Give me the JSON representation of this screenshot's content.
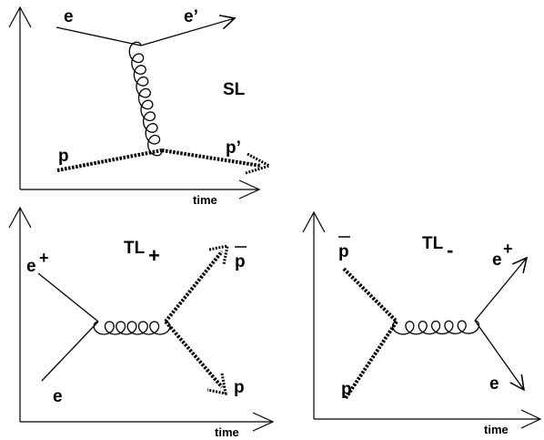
{
  "panels": {
    "sl": {
      "title": "SL",
      "labels": {
        "e_in": "e",
        "e_out": "e’",
        "p_in": "p",
        "p_out": "p’"
      },
      "axis_label": "time"
    },
    "tl_plus": {
      "title_main": "TL",
      "title_sub": "+",
      "labels": {
        "e_plus": "e",
        "e_plus_sup": "+",
        "e": "e",
        "pbar": "p",
        "p": "p"
      },
      "axis_label": "time"
    },
    "tl_minus": {
      "title_main": "TL",
      "title_sub": "-",
      "labels": {
        "pbar": "p",
        "p": "p",
        "e_plus": "e",
        "e_plus_sup": "+",
        "e": "e"
      },
      "axis_label": "time"
    }
  }
}
